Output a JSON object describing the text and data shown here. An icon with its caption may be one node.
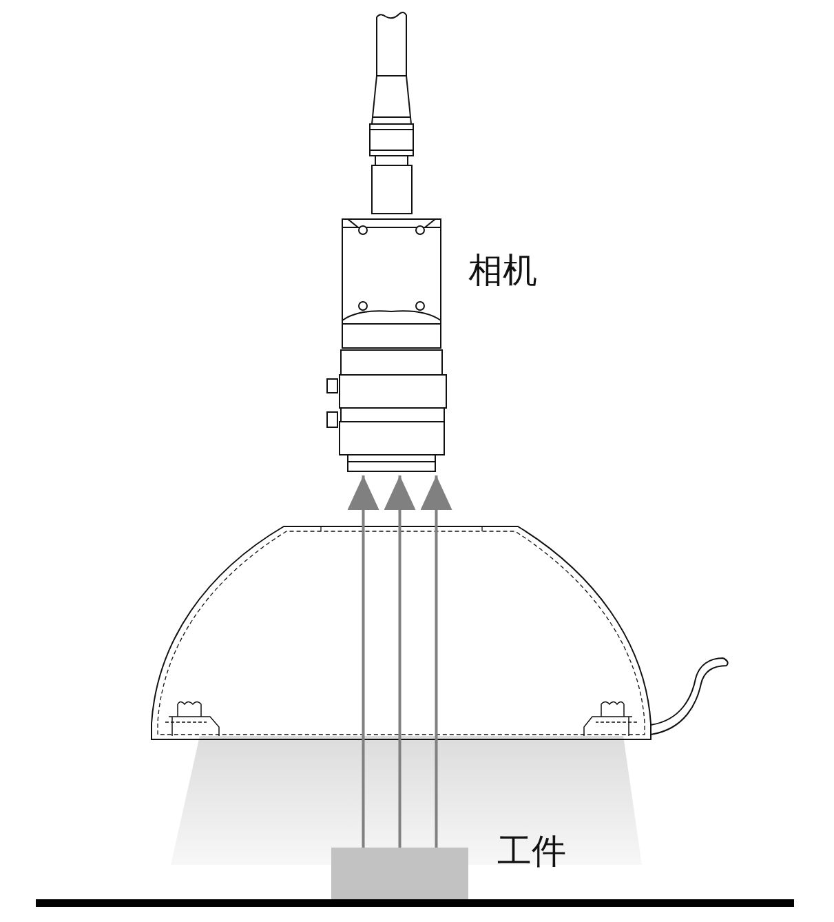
{
  "diagram": {
    "nodes": [
      {
        "text": [],
        "shape": "picture",
        "beside": [
          "相机"
        ]
      },
      {
        "text": [],
        "shape": "box",
        "beside": [
          "工件"
        ]
      }
    ],
    "edges": [
      {
        "from": 1,
        "to": 0,
        "arrow": "to"
      },
      {
        "from": 1,
        "to": 0,
        "arrow": "to"
      },
      {
        "from": 1,
        "to": 0,
        "arrow": "to"
      }
    ]
  }
}
